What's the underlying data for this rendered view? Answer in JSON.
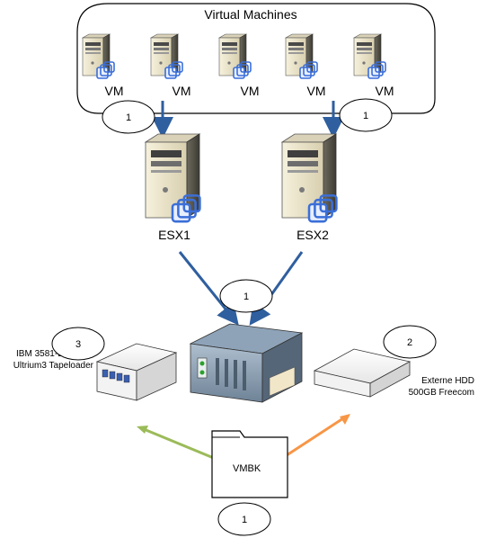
{
  "group_box": {
    "title": "Virtual Machines"
  },
  "vms": [
    {
      "label": "VM"
    },
    {
      "label": "VM"
    },
    {
      "label": "VM"
    },
    {
      "label": "VM"
    },
    {
      "label": "VM"
    }
  ],
  "hosts": [
    {
      "label": "ESX1"
    },
    {
      "label": "ESX2"
    }
  ],
  "step_markers": [
    {
      "label": "1"
    },
    {
      "label": "1"
    },
    {
      "label": "1"
    },
    {
      "label": "3"
    },
    {
      "label": "2"
    },
    {
      "label": "1"
    }
  ],
  "tape_loader": {
    "line1": "IBM 3581-L3H LVD",
    "line2": "Ultrium3 Tapeloader"
  },
  "external_hdd": {
    "line1": "Externe HDD",
    "line2": "500GB Freecom"
  },
  "backup_folder": {
    "label": "VMBK"
  },
  "colors": {
    "blue_arrow": "#2f5f9f",
    "green_arrow": "#9bbb59",
    "orange_arrow": "#f79646",
    "vmware_icon": "#3b6fd8"
  }
}
